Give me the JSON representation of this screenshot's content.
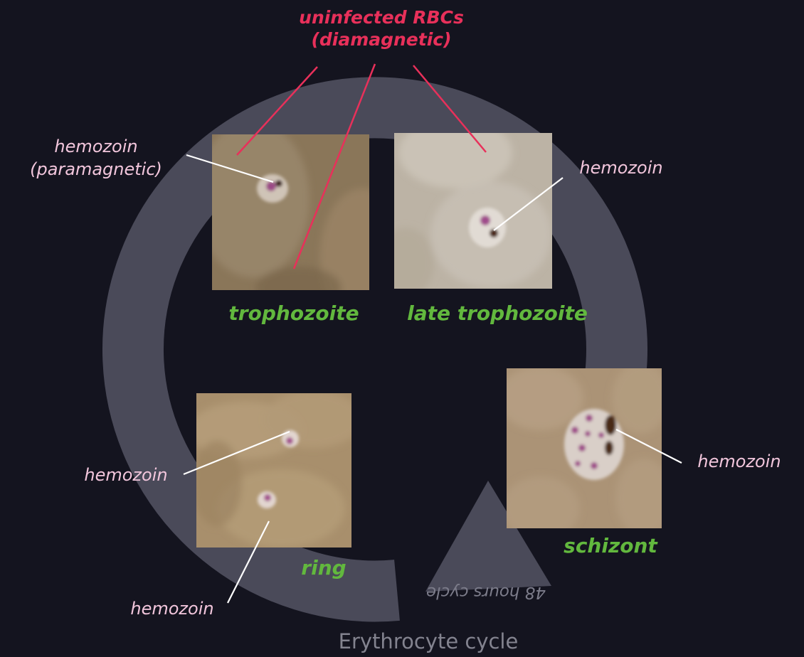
{
  "title": {
    "line1": "uninfected RBCs",
    "line2": "(diamagnetic)"
  },
  "labels": {
    "hemozoin_para_line1": "hemozoin",
    "hemozoin_para_line2": "(paramagnetic)",
    "hemozoin_late": "hemozoin",
    "hemozoin_schizont": "hemozoin",
    "hemozoin_ring_upper": "hemozoin",
    "hemozoin_ring_lower": "hemozoin"
  },
  "stages": {
    "trophozoite": "trophozoite",
    "late_trophozoite": "late trophozoite",
    "schizont": "schizont",
    "ring": "ring"
  },
  "cycle_label": "48 hours cycle",
  "footer": "Erythrocyte cycle",
  "colors": {
    "background": "#14141f",
    "title_red": "#e8305a",
    "label_pink": "#f2c6dc",
    "stage_green": "#62b83e",
    "cycle_arrow": "#4a4a59",
    "footer_gray": "#83838f",
    "pointer_white": "#ffffff"
  }
}
